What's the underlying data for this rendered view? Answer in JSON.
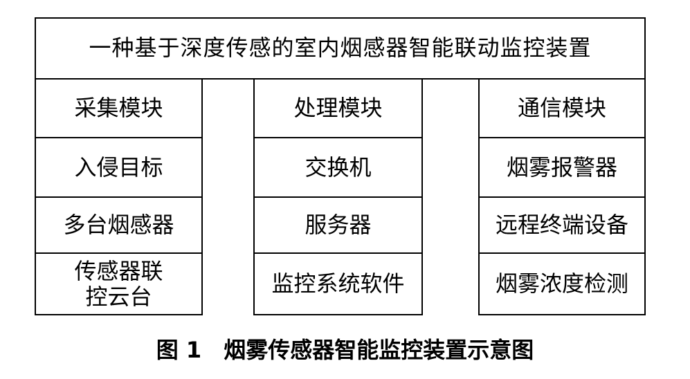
{
  "title": "一种基于深度传感的室内烟感器智能联动监控装置",
  "columns": [
    {
      "name": "采集模块",
      "items": [
        "入侵目标",
        "多台烟感器",
        "传感器联控云台"
      ]
    },
    {
      "name": "处理模块",
      "items": [
        "交换机",
        "服务器",
        "监控系统软件"
      ]
    },
    {
      "name": "通信模块",
      "items": [
        "烟雾报警器",
        "远程终端设备",
        "烟雾浓度检测"
      ]
    }
  ],
  "caption": "图 1　烟雾传感器智能监控装置示意图"
}
